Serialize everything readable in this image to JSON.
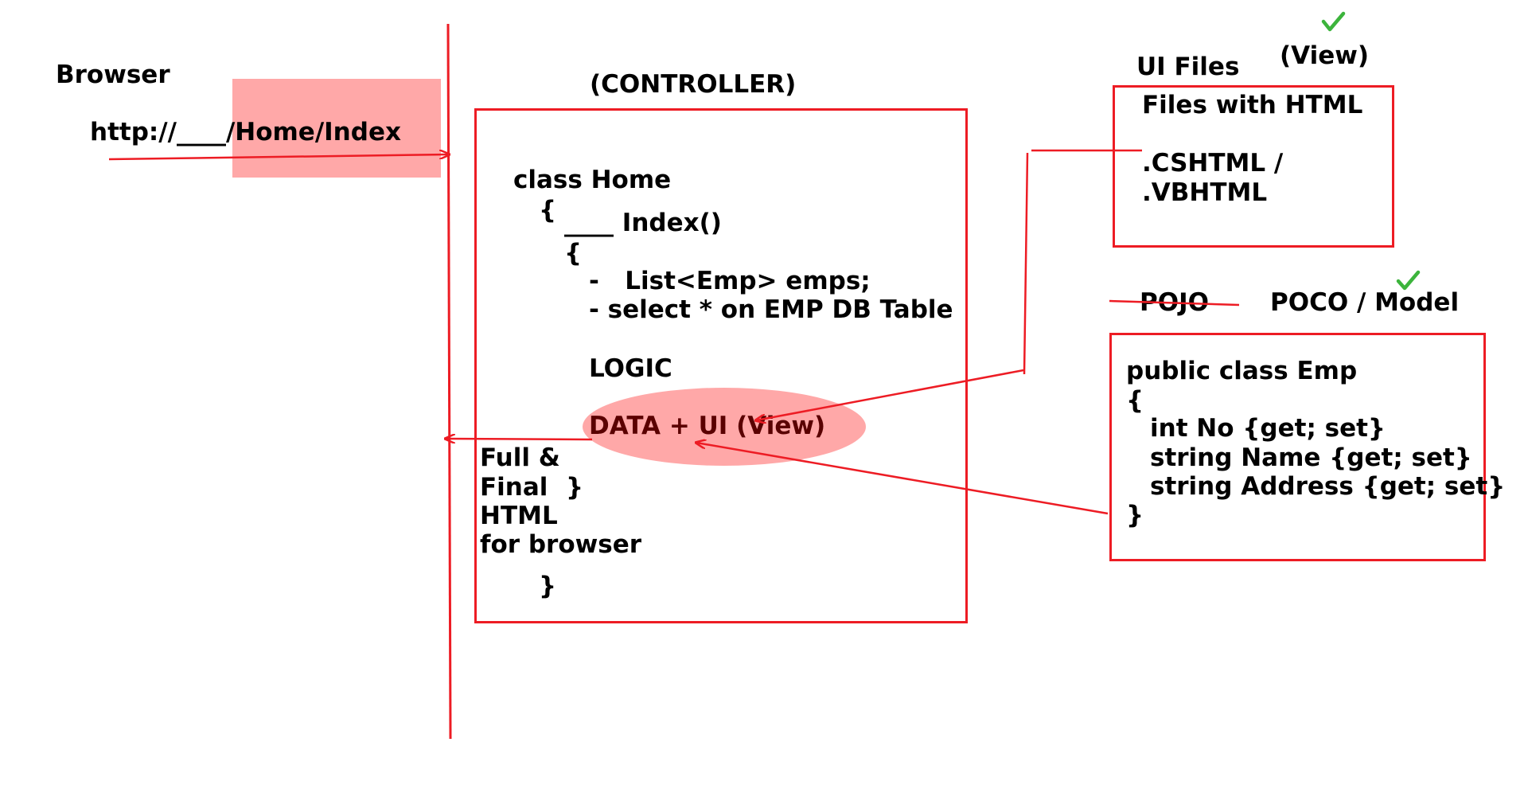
{
  "browser": {
    "label": "Browser",
    "url": "http://____/Home/Index"
  },
  "controller": {
    "title": "(CONTROLLER)",
    "lines": [
      "class Home",
      "{",
      "____ Index()",
      "{",
      "-   List<Emp> emps;",
      "- select * on EMP DB Table",
      "LOGIC",
      "DATA + UI (View)",
      "}"
    ],
    "output_lines": [
      "Full &",
      "Final",
      "HTML",
      "for browser"
    ],
    "output_brace": "}"
  },
  "view": {
    "label": "UI Files",
    "tag": "(View)",
    "lines": [
      "Files with HTML",
      ".CSHTML /",
      ".VBHTML"
    ]
  },
  "model": {
    "struck_label": "POJO",
    "label": "POCO / Model",
    "lines": [
      "public class Emp",
      "{",
      "int No {get; set}",
      "string Name {get; set}",
      "string Address {get; set}",
      "}"
    ]
  },
  "colors": {
    "line": "#ed1c24",
    "highlight": "#ff9e9e",
    "check": "#3cb43c"
  },
  "icons": [
    "check-icon"
  ]
}
